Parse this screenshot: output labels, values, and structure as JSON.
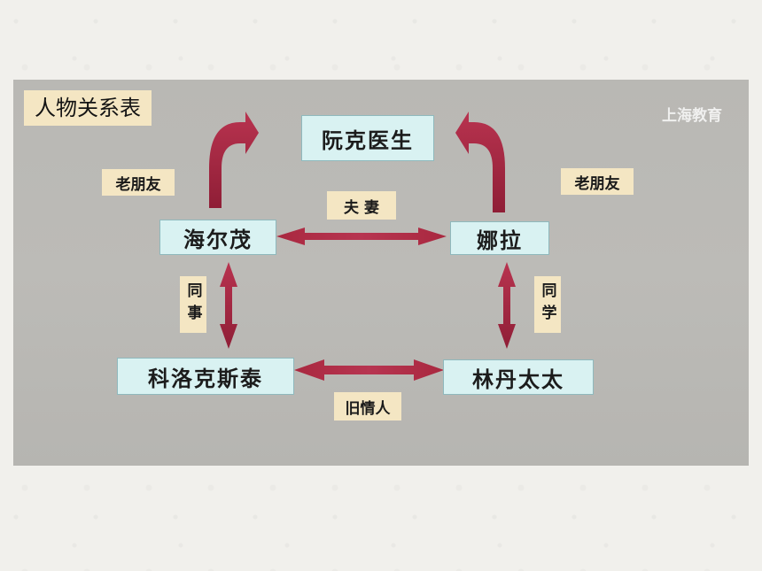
{
  "title": "人物关系表",
  "watermark": "上海教育",
  "nodes": {
    "doctor": "阮克医生",
    "helmer": "海尔茂",
    "nora": "娜拉",
    "krogstad": "科洛克斯泰",
    "linde": "林丹太太"
  },
  "relations": {
    "old_friend_left": "老朋友",
    "old_friend_right": "老朋友",
    "spouse": "夫 妻",
    "colleague": "同事",
    "classmate": "同学",
    "old_lover": "旧情人"
  },
  "colors": {
    "arrow": "#a3243f",
    "node_fill": "#d9f2f2",
    "tag_fill": "#f4e6c3"
  }
}
